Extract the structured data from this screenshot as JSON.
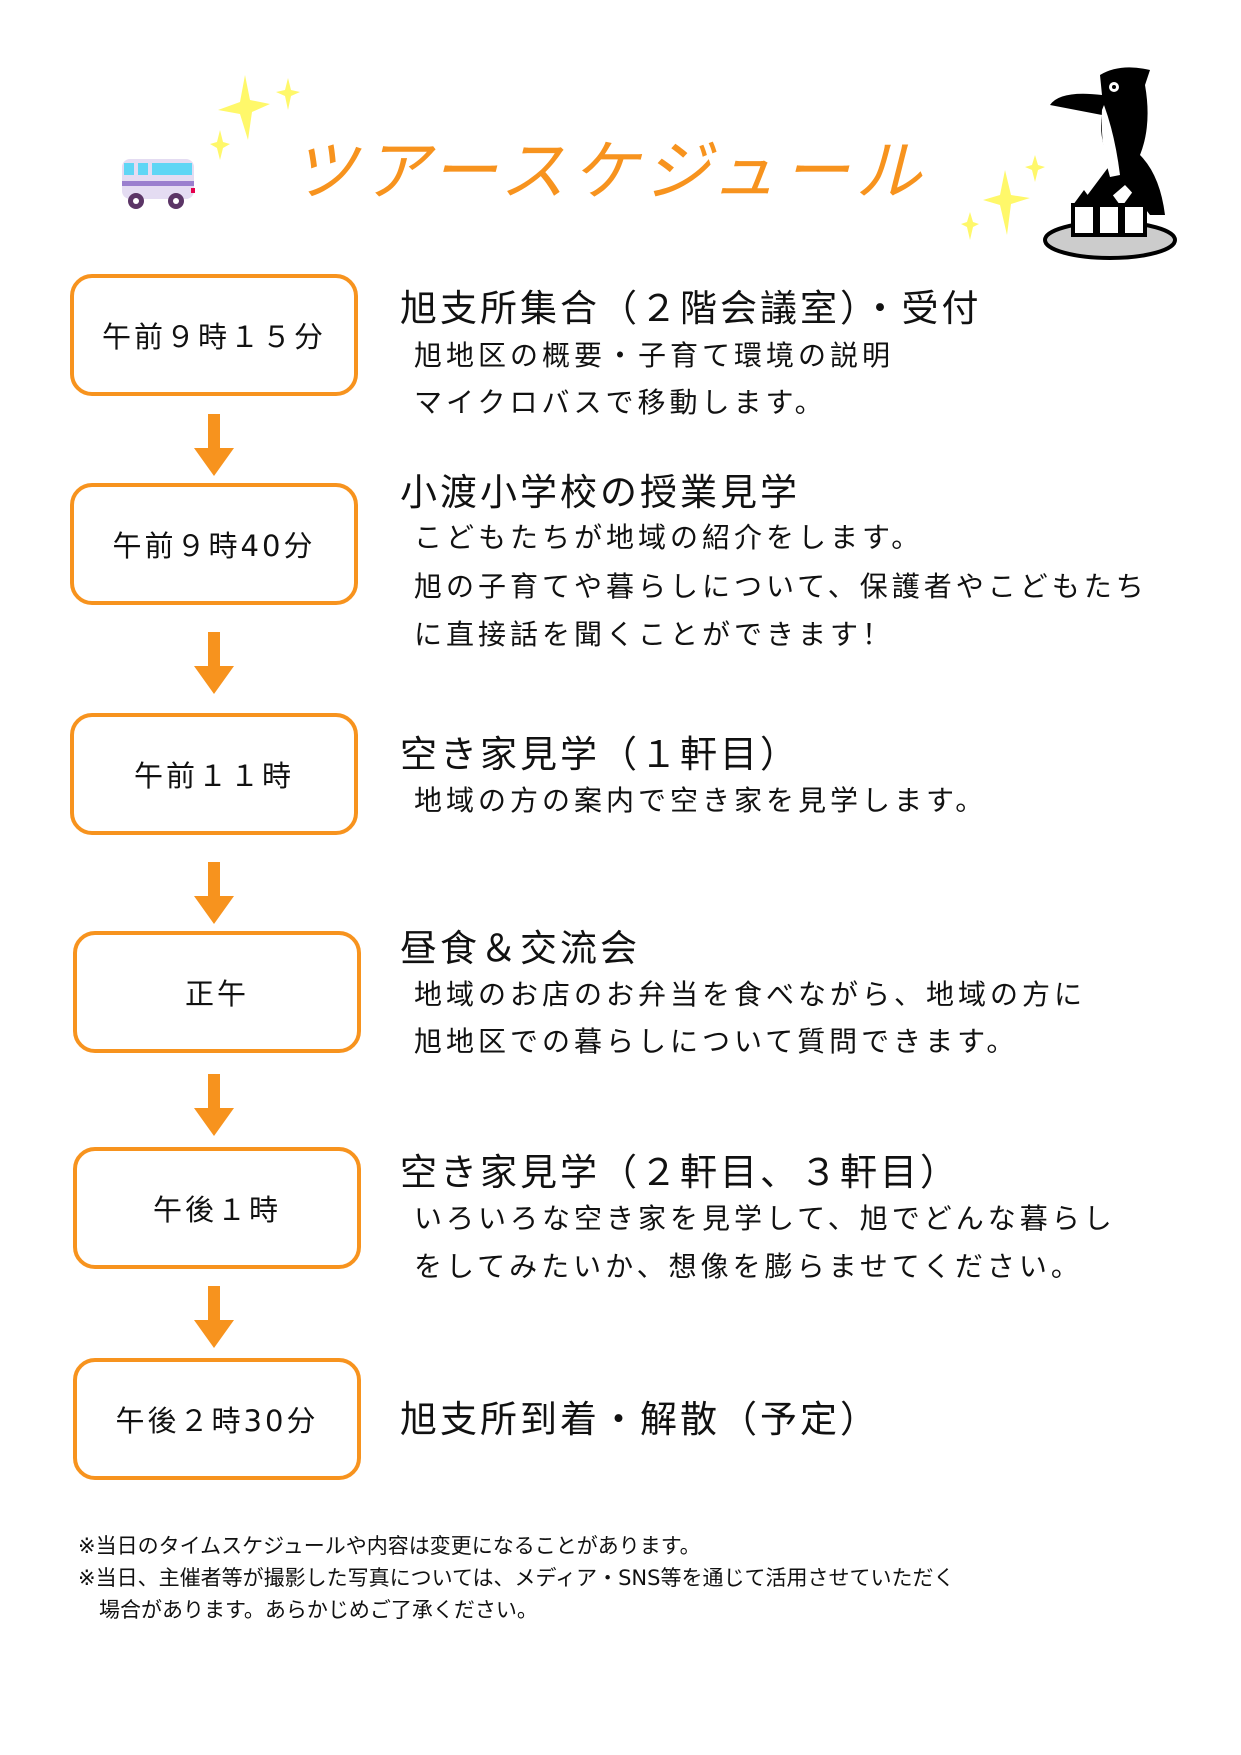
{
  "header": {
    "title": "ツアースケジュール",
    "accent_color": "#f7931e",
    "star_color": "#fff86a"
  },
  "schedule": [
    {
      "time": "午前９時１５分",
      "title": "旭支所集合（２階会議室）・受付",
      "lines": [
        "旭地区の概要・子育て環境の説明",
        "マイクロバスで移動します。"
      ]
    },
    {
      "time": "午前９時40分",
      "title": "小渡小学校の授業見学",
      "lines": [
        "こどもたちが地域の紹介をします。",
        "旭の子育てや暮らしについて、保護者やこどもたち",
        "に直接話を聞くことができます！"
      ]
    },
    {
      "time": "午前１１時",
      "title": "空き家見学（１軒目）",
      "lines": [
        "地域の方の案内で空き家を見学します。"
      ]
    },
    {
      "time": "正午",
      "title": "昼食＆交流会",
      "lines": [
        "地域のお店のお弁当を食べながら、地域の方に",
        "旭地区での暮らしについて質問できます。"
      ]
    },
    {
      "time": "午後１時",
      "title": "空き家見学（２軒目、３軒目）",
      "lines": [
        "いろいろな空き家を見学して、旭でどんな暮らし",
        "をしてみたいか、想像を膨らませてください。"
      ]
    },
    {
      "time": "午後２時30分",
      "title": "旭支所到着・解散（予定）",
      "lines": []
    }
  ],
  "notes": [
    "※当日のタイムスケジュールや内容は変更になることがあります。",
    "※当日、主催者等が撮影した写真については、メディア・SNS等を通じて活用させていただく",
    "　場合があります。あらかじめご了承ください。"
  ]
}
